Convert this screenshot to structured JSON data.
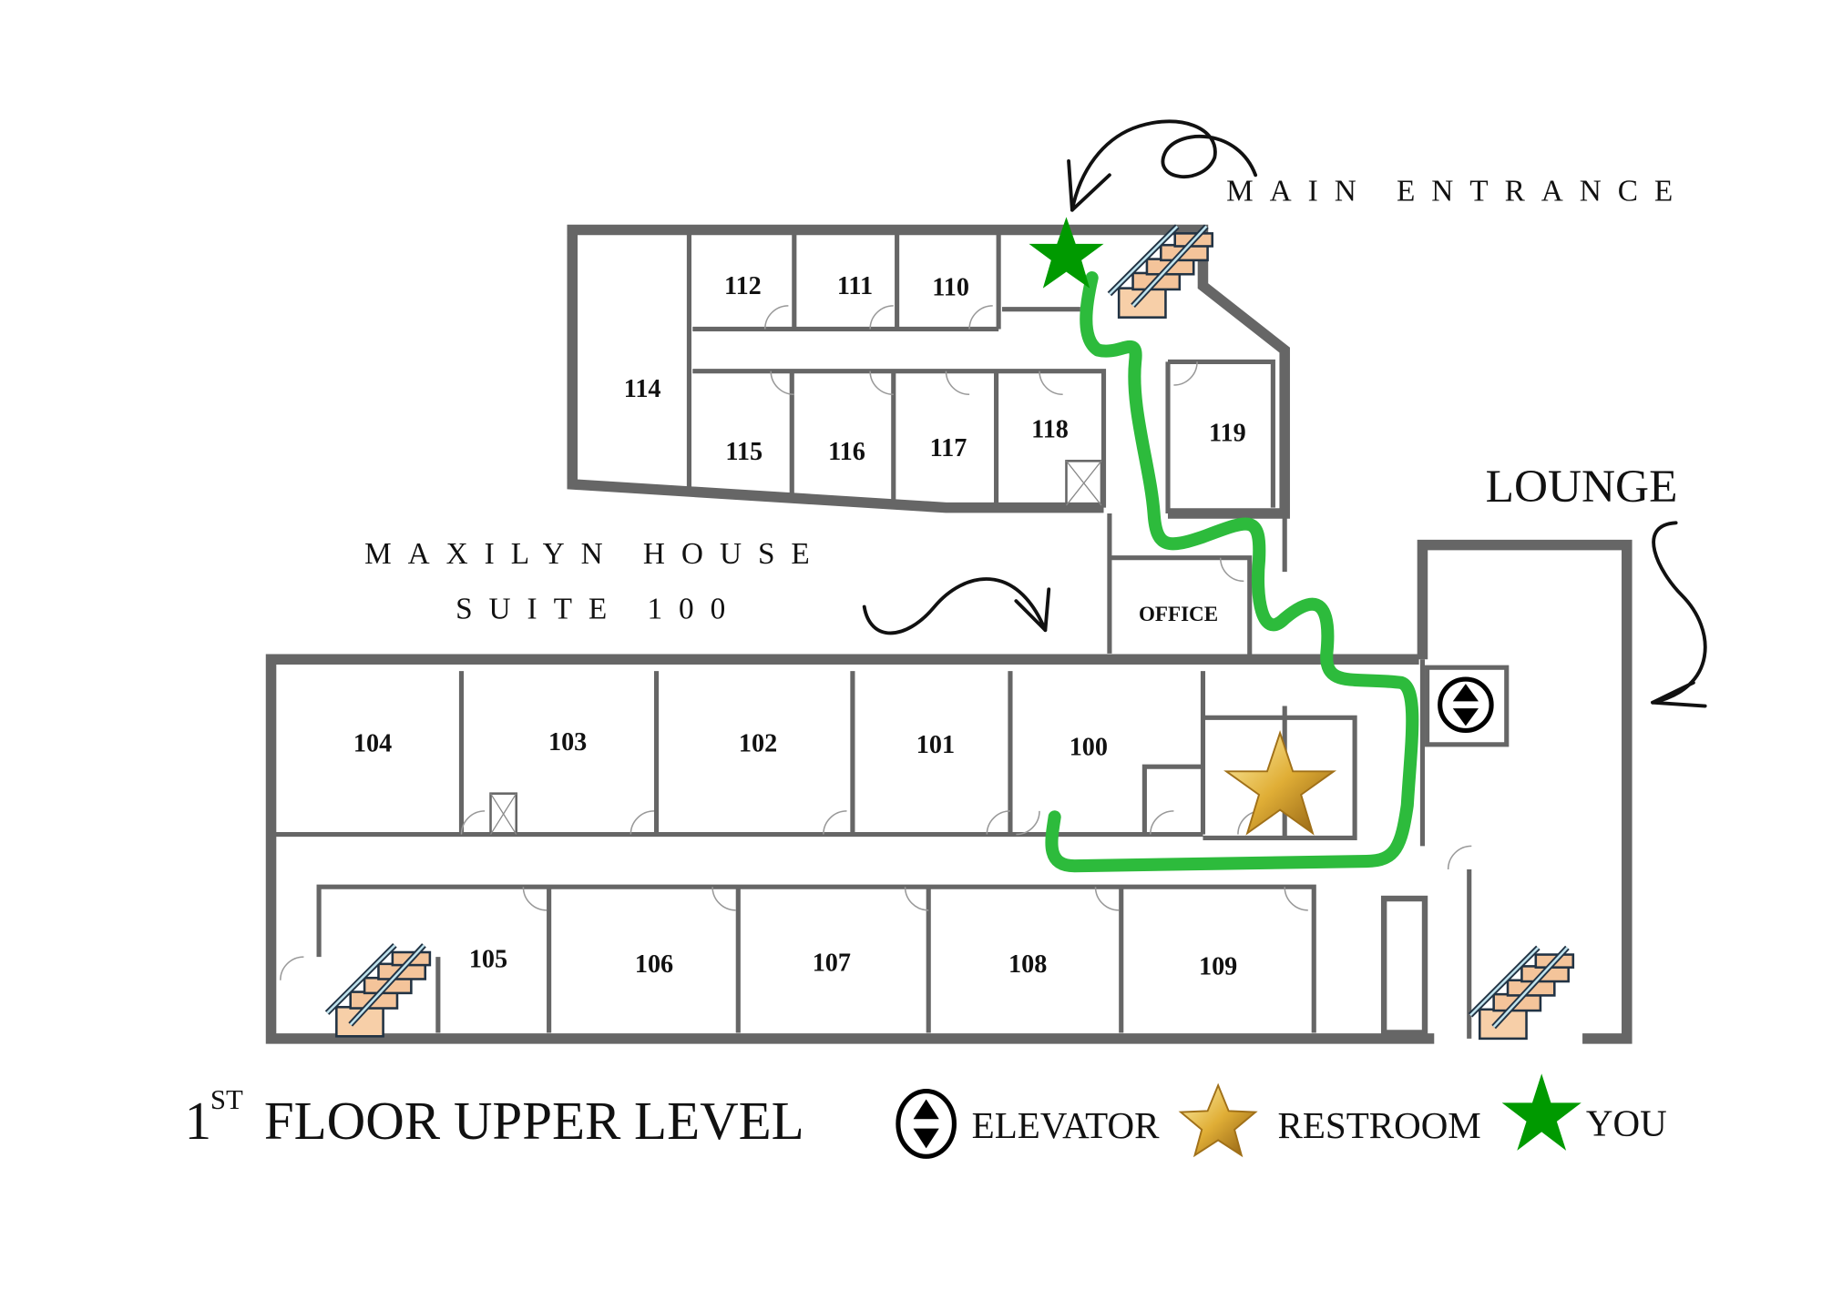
{
  "title": {
    "prefix": "1",
    "superscript": "ST",
    "rest": "FLOOR UPPER LEVEL"
  },
  "labels": {
    "main_entrance": "MAIN ENTRANCE",
    "building_name": "MAXILYN HOUSE",
    "suite": "SUITE 100",
    "lounge": "LOUNGE",
    "office": "OFFICE"
  },
  "rooms": {
    "r112": "112",
    "r111": "111",
    "r110": "110",
    "r114": "114",
    "r115": "115",
    "r116": "116",
    "r117": "117",
    "r118": "118",
    "r119": "119",
    "r104": "104",
    "r103": "103",
    "r102": "102",
    "r101": "101",
    "r100": "100",
    "r105": "105",
    "r106": "106",
    "r107": "107",
    "r108": "108",
    "r109": "109"
  },
  "legend": {
    "elevator": "ELEVATOR",
    "restroom": "RESTROOM",
    "you": "YOU"
  },
  "colors": {
    "route": "#2dbb3c",
    "you_star": "#009a00",
    "restroom_star": "#e2b23a",
    "wall": "#666666",
    "stairs": "#f4c49a"
  }
}
